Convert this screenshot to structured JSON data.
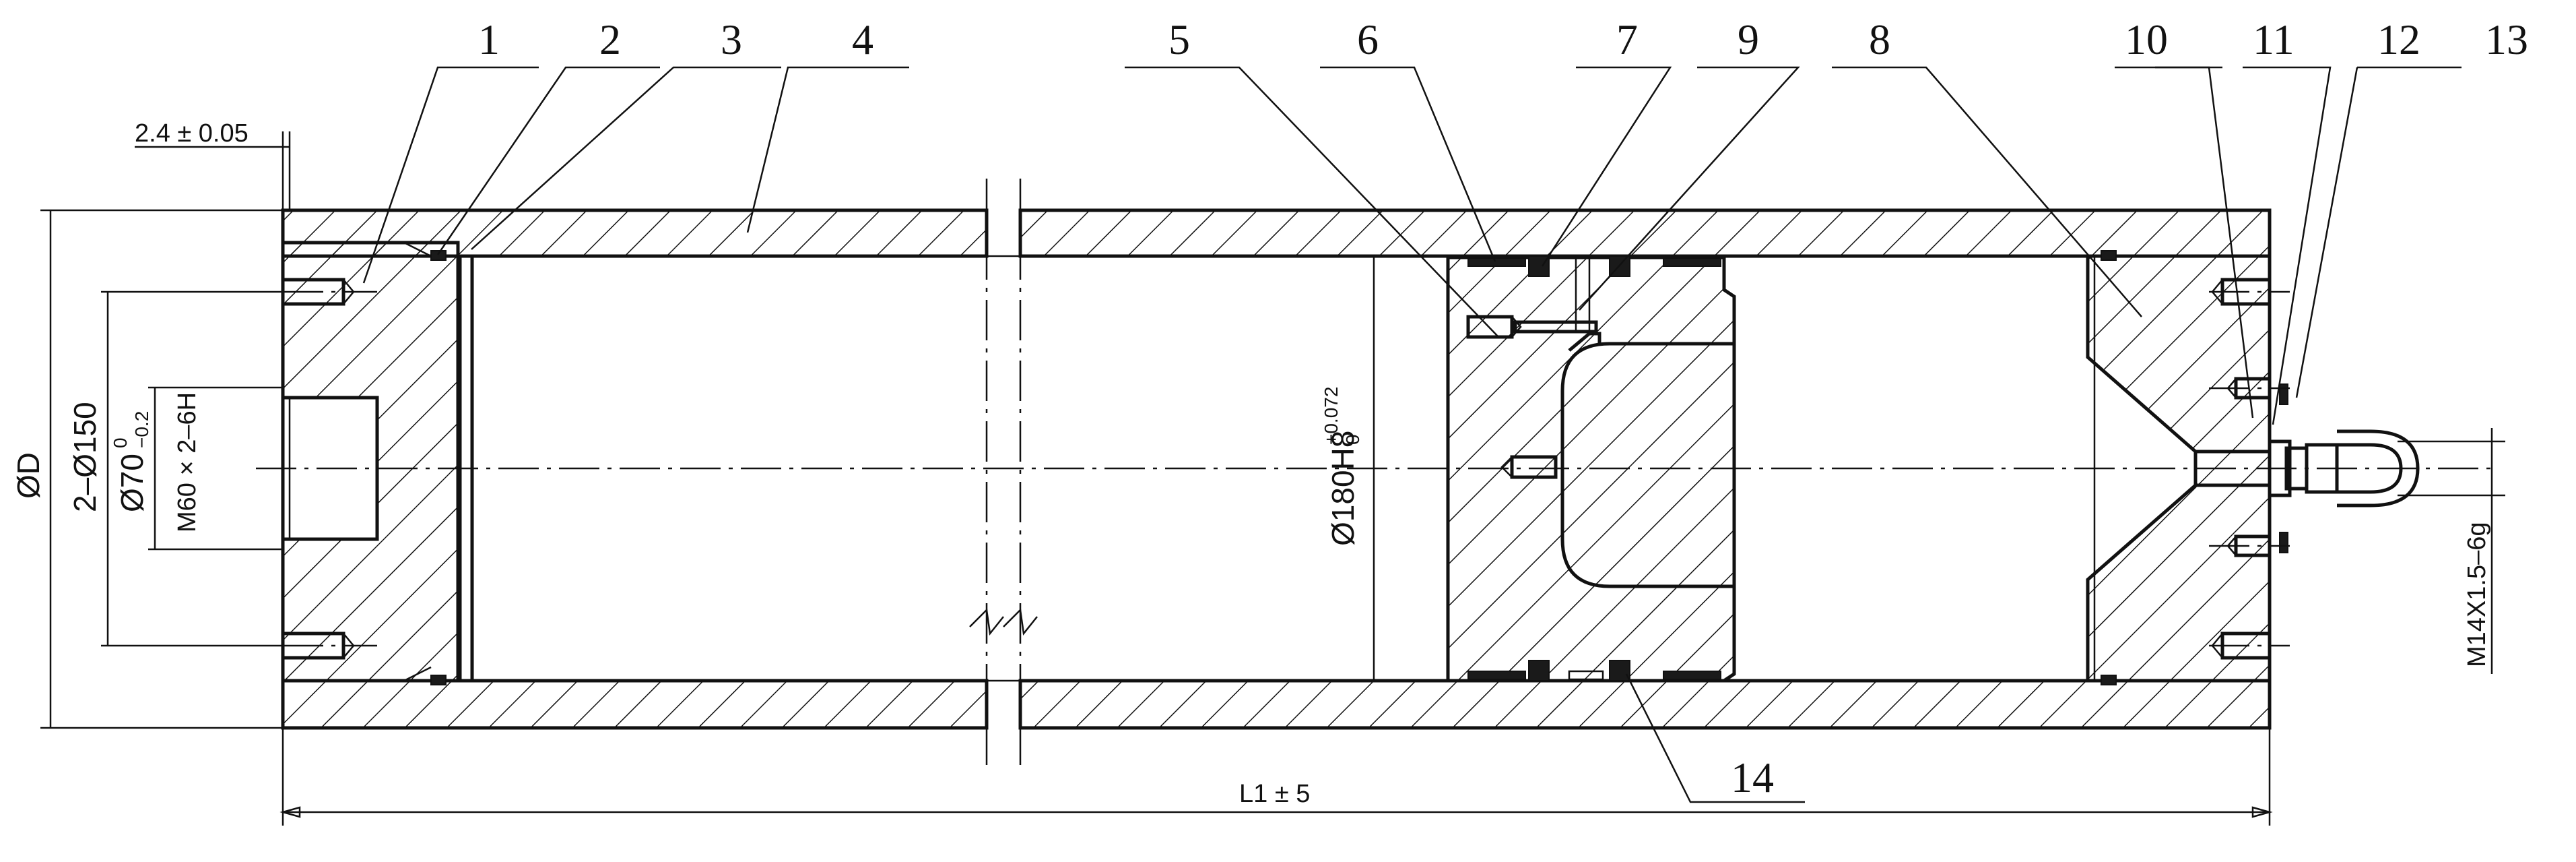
{
  "part_labels": [
    "1",
    "2",
    "3",
    "4",
    "5",
    "6",
    "7",
    "9",
    "8",
    "10",
    "11",
    "12",
    "13",
    "14"
  ],
  "dimensions": {
    "wall_gap": "2.4 ± 0.05",
    "outer_dia": "ØD",
    "bolt_circle": "2–Ø150",
    "spigot_dia": "Ø70",
    "spigot_tol_upper": "0",
    "spigot_tol_lower": "−0.2",
    "thread_port": "M60 × 2–6H",
    "bore": "Ø180H8",
    "bore_tol_upper": "+0.072",
    "bore_tol_lower": "0",
    "fitting_thread": "M14X1.5–6g",
    "length": "L1 ± 5"
  }
}
